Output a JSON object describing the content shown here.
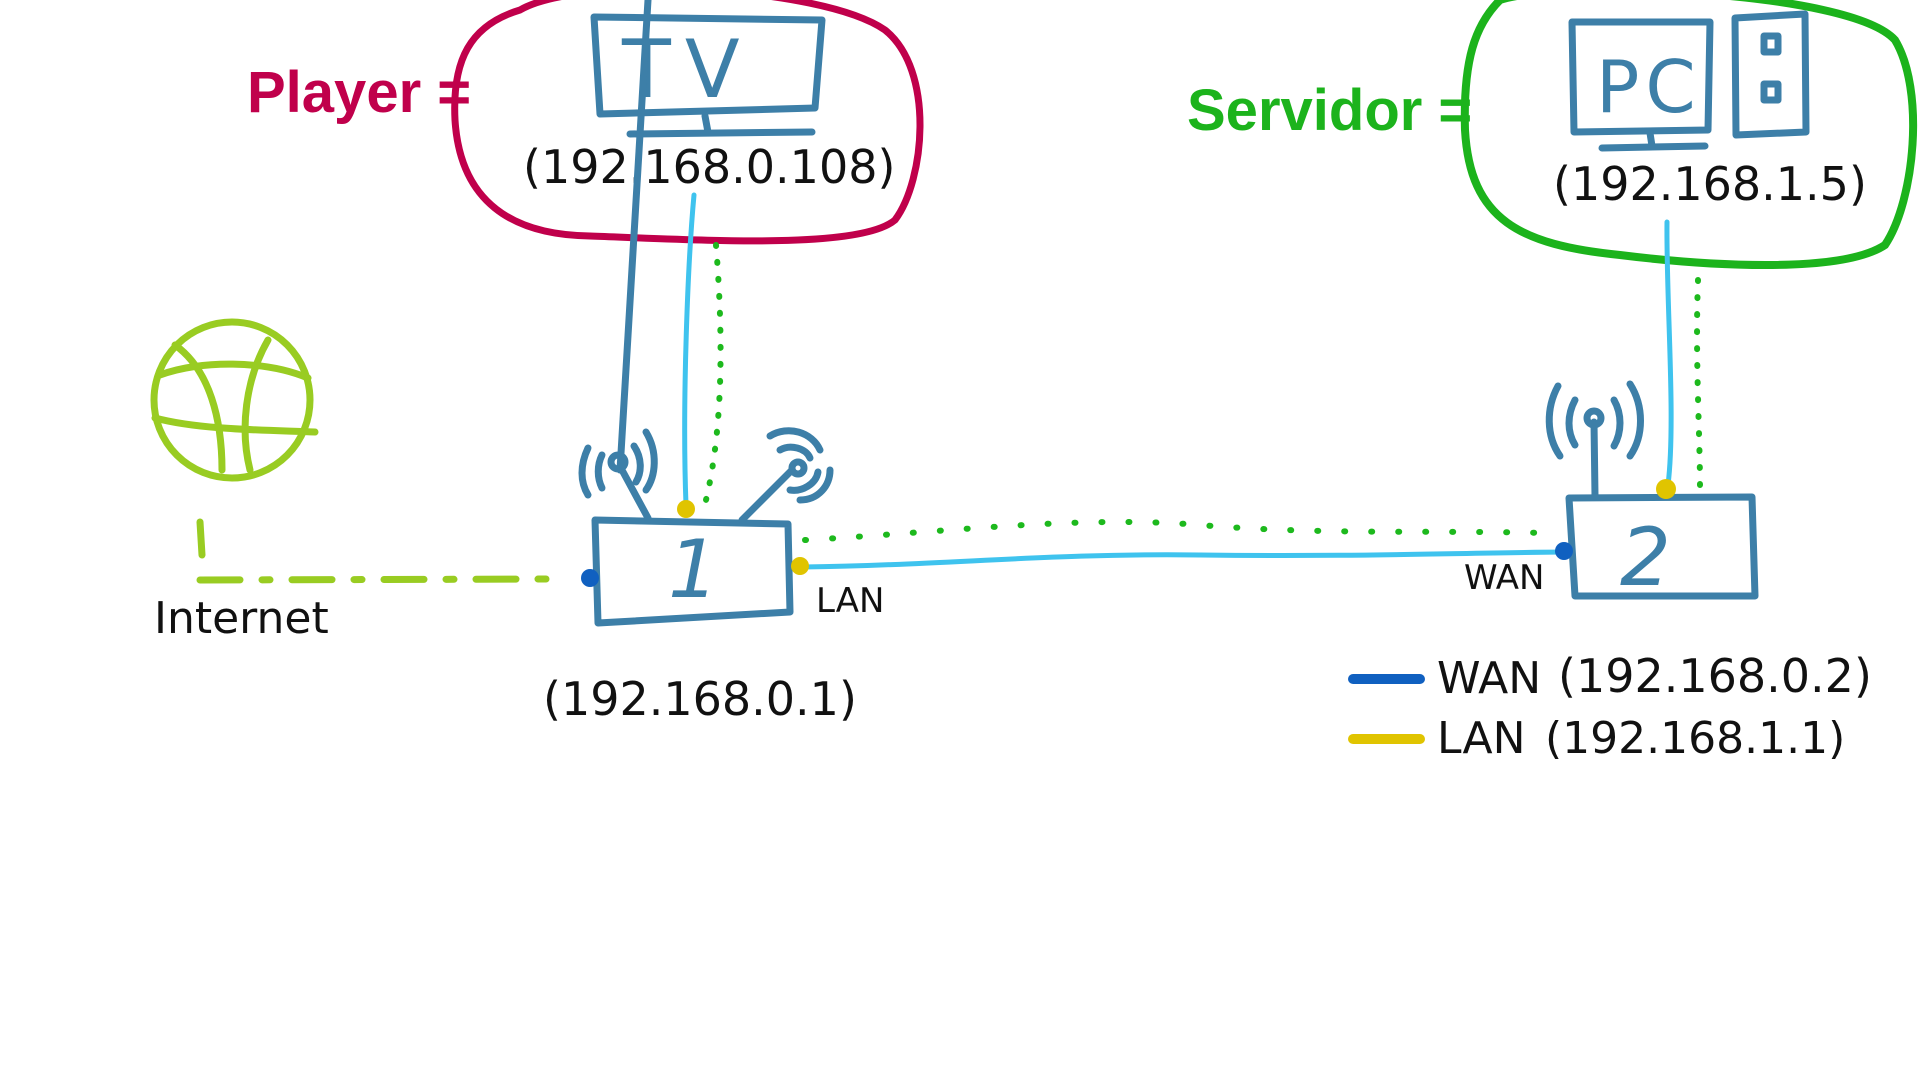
{
  "colors": {
    "player": "#c0004b",
    "servidor": "#1cb31c",
    "device": "#3d7fa8",
    "cable": "#3fc3ee",
    "dotted": "#1db91d",
    "internet": "#99cc22",
    "wan_port": "#1060c0",
    "lan_port": "#e0c400",
    "text": "#111111"
  },
  "player": {
    "label": "Player =",
    "device_text": "TV",
    "ip": "(192.168.0.108)"
  },
  "servidor": {
    "label": "Servidor =",
    "device_text": "PC",
    "ip": "(192.168.1.5)"
  },
  "internet": {
    "label": "Internet",
    "icon": "globe-icon"
  },
  "router1": {
    "number": "1",
    "ip": "(192.168.0.1)",
    "port_label": "LAN"
  },
  "router2": {
    "number": "2",
    "port_label": "WAN"
  },
  "legend": {
    "items": [
      {
        "label": "WAN",
        "value": "(192.168.0.2)",
        "color": "#1060c0"
      },
      {
        "label": "LAN",
        "value": "(192.168.1.1)",
        "color": "#e0c400"
      }
    ]
  }
}
